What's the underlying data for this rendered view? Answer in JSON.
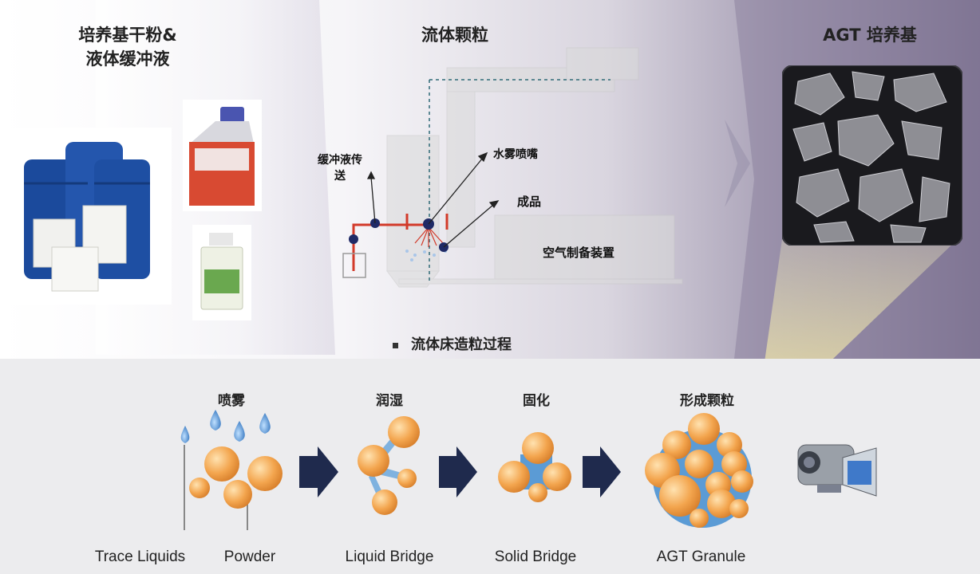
{
  "top": {
    "col1_title_line1": "培养基干粉&",
    "col1_title_line2": "液体缓冲液",
    "col2_title": "流体颗粒",
    "col3_title": "AGT 培养基"
  },
  "fluid_bed": {
    "buffer_line1": "缓冲液传",
    "buffer_line2": "送",
    "nozzle": "水雾喷嘴",
    "product": "成品",
    "air_unit": "空气制备装置"
  },
  "process_title": "流体床造粒过程",
  "steps": [
    {
      "cn": "喷雾",
      "en_a": "Trace Liquids",
      "en_b": "Powder"
    },
    {
      "cn": "润湿",
      "en": "Liquid Bridge"
    },
    {
      "cn": "固化",
      "en": "Solid Bridge"
    },
    {
      "cn": "形成颗粒",
      "en": "AGT Granule"
    }
  ],
  "colors": {
    "arrow": "#1f2a4d",
    "particle": "#f0a040",
    "drop": "#3a7fc4",
    "band": "#ebebed",
    "purple": "#8a80a0"
  },
  "icons": [
    "video-camera-icon",
    "chevron-arrow-icon"
  ]
}
